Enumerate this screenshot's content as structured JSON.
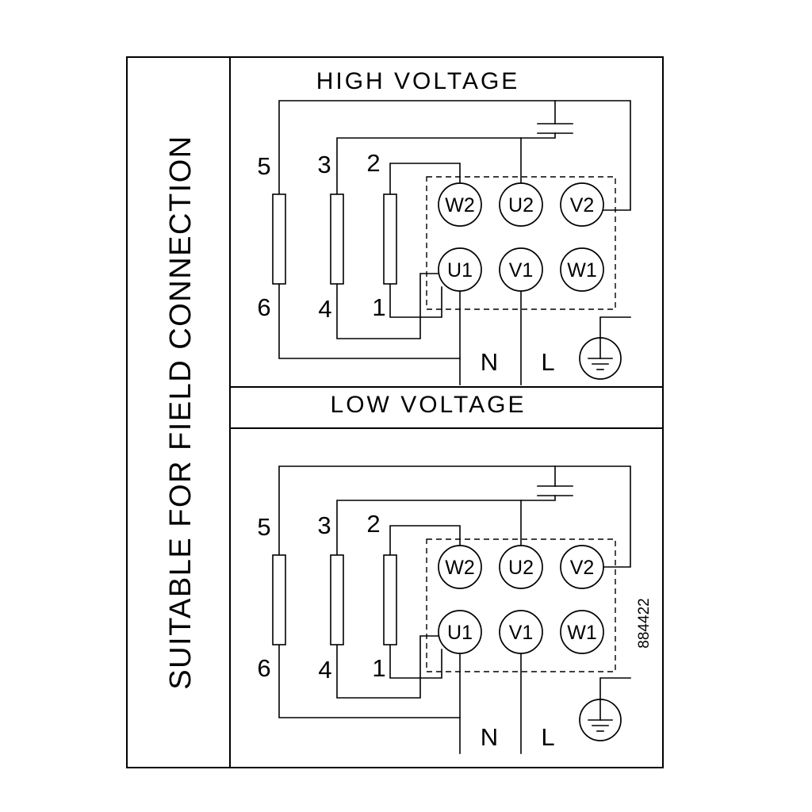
{
  "side_panel": {
    "label": "SUITABLE FOR FIELD CONNECTION"
  },
  "part_number": "884422",
  "sections": {
    "high": {
      "title": "HIGH VOLTAGE",
      "links_top": [
        "5",
        "3",
        "2"
      ],
      "links_bottom": [
        "6",
        "4",
        "1"
      ],
      "terminals_top": [
        "W2",
        "U2",
        "V2"
      ],
      "terminals_bottom": [
        "U1",
        "V1",
        "W1"
      ],
      "neutral": "N",
      "line": "L"
    },
    "low": {
      "title": "LOW VOLTAGE",
      "links_top": [
        "5",
        "3",
        "2"
      ],
      "links_bottom": [
        "6",
        "4",
        "1"
      ],
      "terminals_top": [
        "W2",
        "U2",
        "V2"
      ],
      "terminals_bottom": [
        "U1",
        "V1",
        "W1"
      ],
      "neutral": "N",
      "line": "L"
    }
  }
}
